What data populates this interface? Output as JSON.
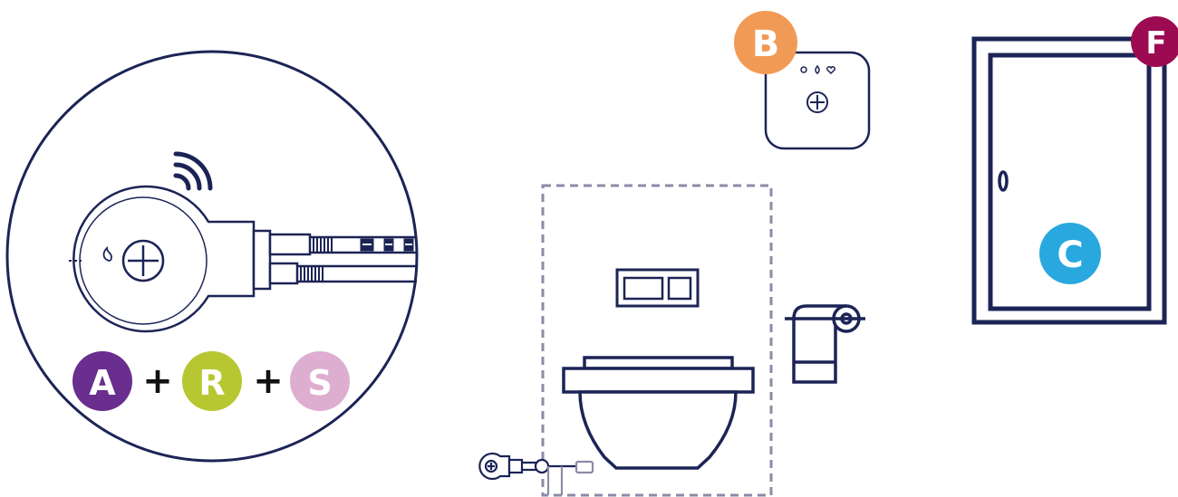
{
  "labels": {
    "a": {
      "text": "A",
      "color": "#6a2e8e"
    },
    "r": {
      "text": "R",
      "color": "#b7c731"
    },
    "s": {
      "text": "S",
      "color": "#deaed0"
    },
    "b": {
      "text": "B",
      "color": "#f19a56"
    },
    "c": {
      "text": "C",
      "color": "#29a8df"
    },
    "f": {
      "text": "F",
      "color": "#9c0b52"
    }
  },
  "plus_sign": "+",
  "line_color": "#1c2456",
  "dash_color": "#8a8ca6",
  "icons": [
    "wifi-signal-icon",
    "flame-icon",
    "power-icon",
    "water-drop-icon",
    "heart-icon"
  ]
}
